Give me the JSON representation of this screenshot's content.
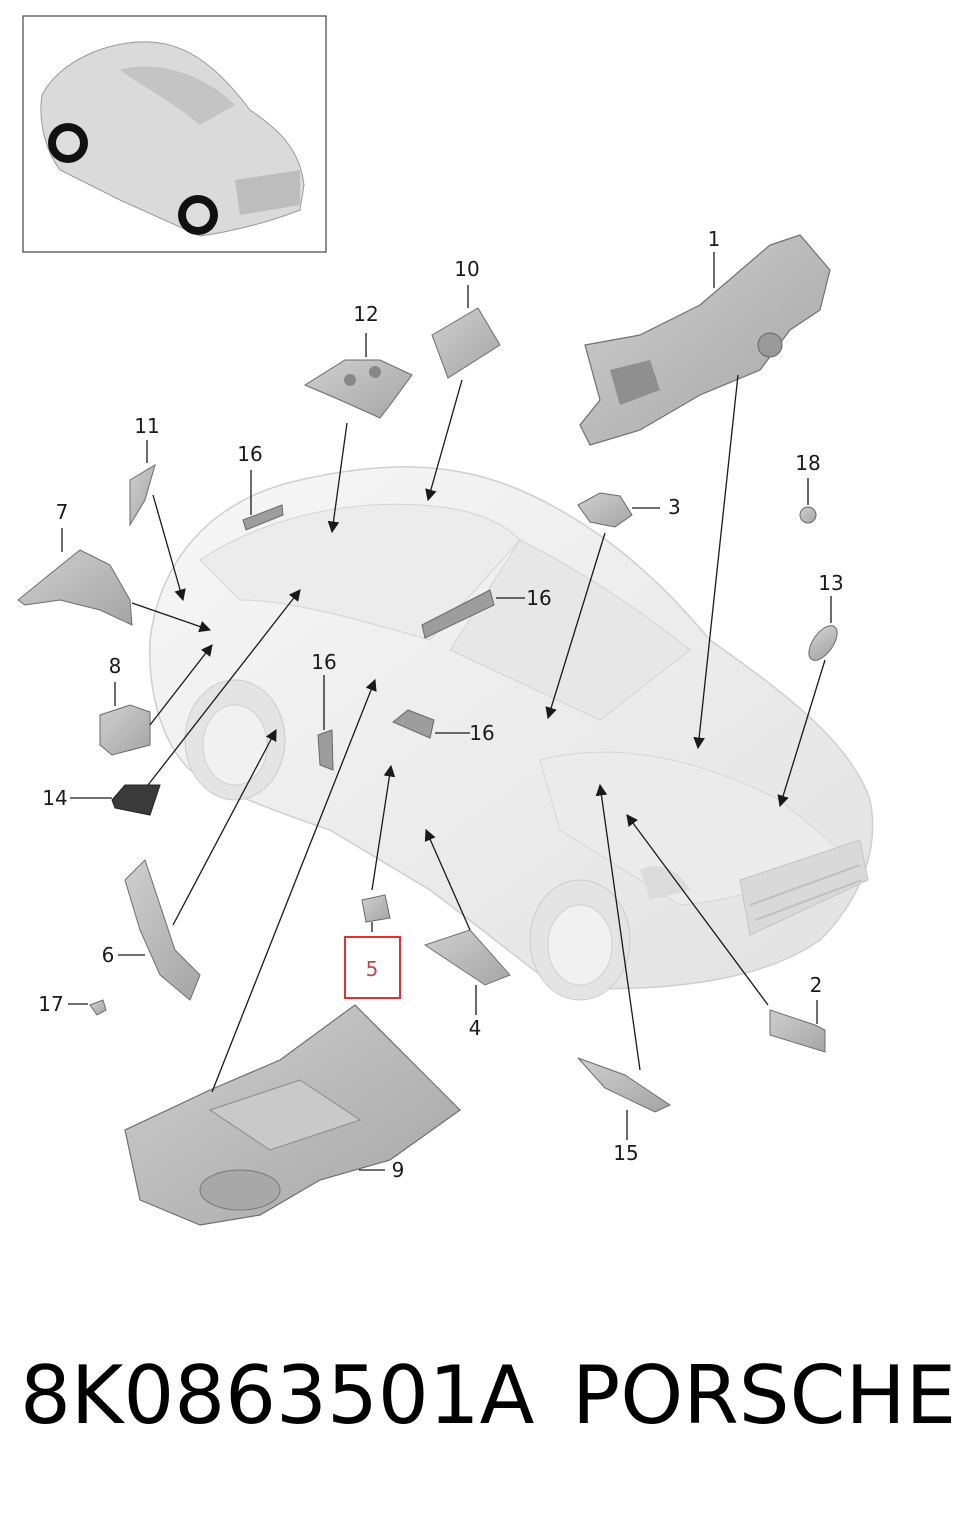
{
  "footer": {
    "part_number": "8K0863501A",
    "brand": "PORSCHE"
  },
  "callouts": {
    "c1": "1",
    "c2": "2",
    "c3": "3",
    "c4": "4",
    "c5": "5",
    "c6": "6",
    "c7": "7",
    "c8": "8",
    "c9": "9",
    "c10": "10",
    "c11": "11",
    "c12": "12",
    "c13": "13",
    "c14": "14",
    "c15": "15",
    "c16a": "16",
    "c16b": "16",
    "c16c": "16",
    "c16d": "16",
    "c17": "17",
    "c18": "18"
  },
  "highlight": {
    "part": "5",
    "color": "#e0303a"
  },
  "colors": {
    "part_gray": "#b9b9b9",
    "car_body": "#f2f2f2",
    "line": "#1a1a1a"
  }
}
